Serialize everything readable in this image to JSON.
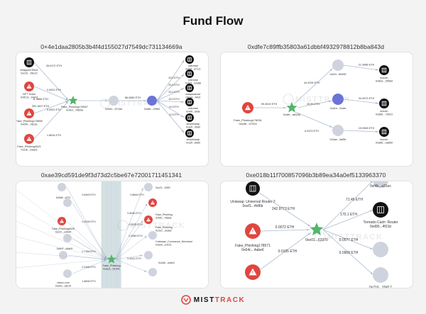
{
  "page": {
    "title": "Fund Flow"
  },
  "footer": {
    "brand_prefix": "MIST",
    "brand_suffix": "TRACK"
  },
  "panels": [
    {
      "address": "0×4e1daa2805b3b4f4d155027d7549dc731134669a",
      "left_nodes": [
        {
          "label": "Wrapped Ether\n0xc02...56cc2",
          "edge": "26.0472 ETH",
          "kind": "black"
        },
        {
          "label": "NFT Scam\n0xf013...4441f",
          "edge": "0.0001 ETH",
          "kind": "red"
        },
        {
          "label": "Fake_Phishing178859\n0xb9b...08cac",
          "edge": "0.0051 ETH",
          "kind": "red"
        },
        {
          "label": "Fake_Phishing6321\n0x1f8...23ab5",
          "edge": "1.6634 ETH",
          "kind": "red"
        }
      ],
      "extra_edges": [
        "11.3886 ETH",
        "392.1607 ETH"
      ],
      "center_label": "Fake_Phishing178657\n0x4e1...4669a",
      "mid_edge": "0x540...57c5d",
      "mid_edge2": "88.0869 ETH",
      "hub_label": "0xdf6...29fb3",
      "right_nodes": [
        {
          "label": "unknown\n0x62f...a71c1",
          "edge": "20.0 ETH"
        },
        {
          "label": "unknown\n0x52f...22a88",
          "edge": "20.0 ETH"
        },
        {
          "label": "swapscanner\n0xba4...44d2",
          "edge": "20.0 ETH"
        },
        {
          "label": "unknown\n0x45f...ab8e",
          "edge": "15.0 ETH"
        },
        {
          "label": "simpleswap\n0xa3f...9b89",
          "edge": "8.0 ETH"
        },
        {
          "label": "simpleswap\n0xa3f...8b89",
          "edge": "3.0 ETH"
        }
      ]
    },
    {
      "address": "0xdfe7c89ffb35803a61dbbf4932978812b8ba843d",
      "left_label": "Fake_Phishing178051\n0xa3b...47034",
      "left_edge": "99.4519 ETH",
      "center_label": "0xdfe...a843d",
      "top_node": "0xf19...50d95",
      "top_edge": "44.4225 ETH",
      "hub_label": "0xd1e...24afc",
      "hub_edge": "49.59 ETH",
      "bottom_node": "0x3ae...3af5b",
      "bottom_edge": "0.0479 ETH",
      "right_nodes": [
        {
          "label": "kucoin\n0x8e3...2566d",
          "edge": "21.3986 ETH"
        },
        {
          "label": "kucoin\n0x8d6...75910",
          "edge": "34.9973 ETH"
        },
        {
          "label": "kucoin\n0x8d6...da859",
          "edge": "19.9983 ETH"
        }
      ]
    },
    {
      "address": "0xae39cd591de9f3d73d2c5be67e72001711451341",
      "center_label": "Fake_Phishing\n0xae3...51341",
      "left_edges": [
        "0.6443 ETH",
        "0.3235 ETH",
        "0.7184 ETH",
        "0.3168 ETH",
        "1.8605 ETH"
      ],
      "left_labels": [
        "0x5a8...c070",
        "Fake_Phishing6026\n0xc37...e4644",
        "0x4d7...c5a09",
        "roblox.com\n0xa4a...c8e10"
      ],
      "right_edges": [
        "0.8844 ETH",
        "0.8040 ETH",
        "0.1575 ETH",
        "0.2089 ETH",
        "0.3031 ETH"
      ],
      "right_labels": [
        "0xc21...2890",
        "Fake_Phishing\n0xb5c...058de",
        "Fake_Phishing\n0x2e2...dc8a0",
        "Coinbase_Commerce_Merchant\n0xbe6...e4221",
        "0x2a5...4c6b3"
      ]
    },
    {
      "address": "0xe018b11f700857096b3b89ea34a0ef5133963370",
      "top_left_label": "Uniswap: Universal Router 2\n0xef1...4bf6b",
      "top_left_edge": "242.9773 ETH",
      "left_label": "Fake_Phishing178571\n0x64c...4abe6",
      "left_edge": "0.0072 ETH",
      "bottom_left_edge": "0.0105 ETH",
      "center_label": "0xe01...63370",
      "right_nodes": [
        {
          "label": "0xf4b...a31ec",
          "edge": "71.45 ETH"
        },
        {
          "label": "Tornado.Cash: Router\n0xd90...4f31b",
          "edge": "170.1 ETH"
        },
        {
          "label": "",
          "edge": "0.0577 ETH"
        },
        {
          "label": "0x716...20d17",
          "edge": "0.0909 ETH"
        }
      ]
    }
  ],
  "colors": {
    "red": "#e0463f",
    "black": "#111111",
    "green": "#52b56a",
    "blue": "#6b74d8",
    "grey": "#cfd3de",
    "edge": "#9fb0c8",
    "text": "#333333"
  }
}
